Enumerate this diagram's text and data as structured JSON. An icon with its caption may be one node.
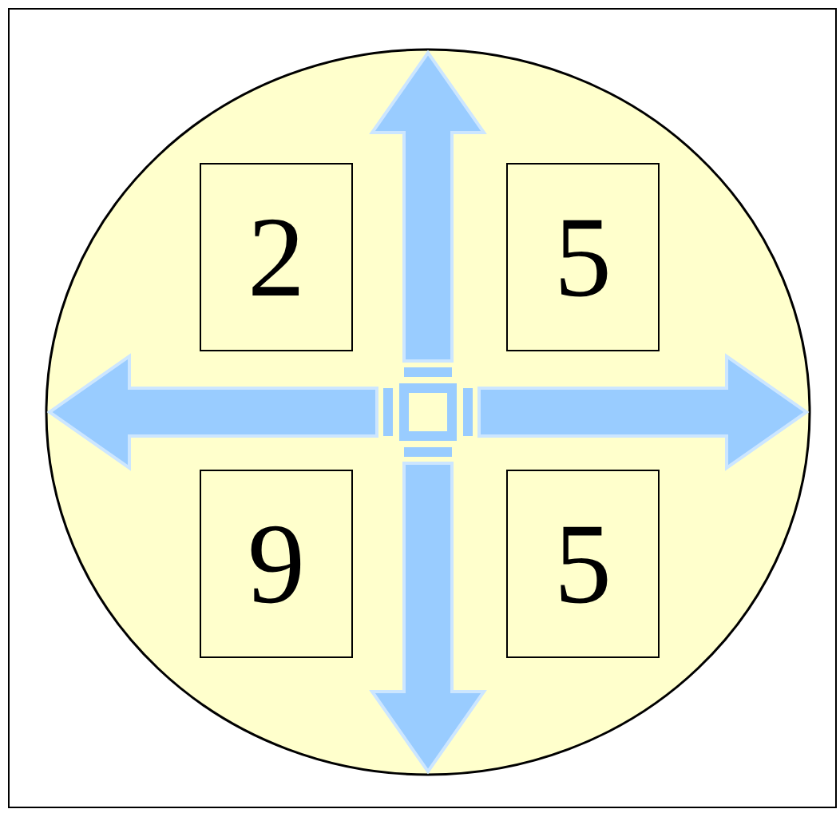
{
  "diagram": {
    "nodes": [
      {
        "text": [],
        "shape": "circle"
      },
      {
        "text": [
          "2"
        ],
        "in": 0
      },
      {
        "text": [
          "5"
        ],
        "in": 0
      },
      {
        "text": [
          "9"
        ],
        "in": 0
      },
      {
        "text": [
          "5"
        ],
        "in": 0
      },
      {
        "text": [],
        "shape": "box",
        "in": 0
      }
    ],
    "edges": [
      {
        "from": 5,
        "to": null,
        "arrow": "to"
      },
      {
        "from": 5,
        "to": null,
        "arrow": "to"
      },
      {
        "from": 5,
        "to": null,
        "arrow": "to"
      },
      {
        "from": 5,
        "to": null,
        "arrow": "to"
      }
    ]
  }
}
